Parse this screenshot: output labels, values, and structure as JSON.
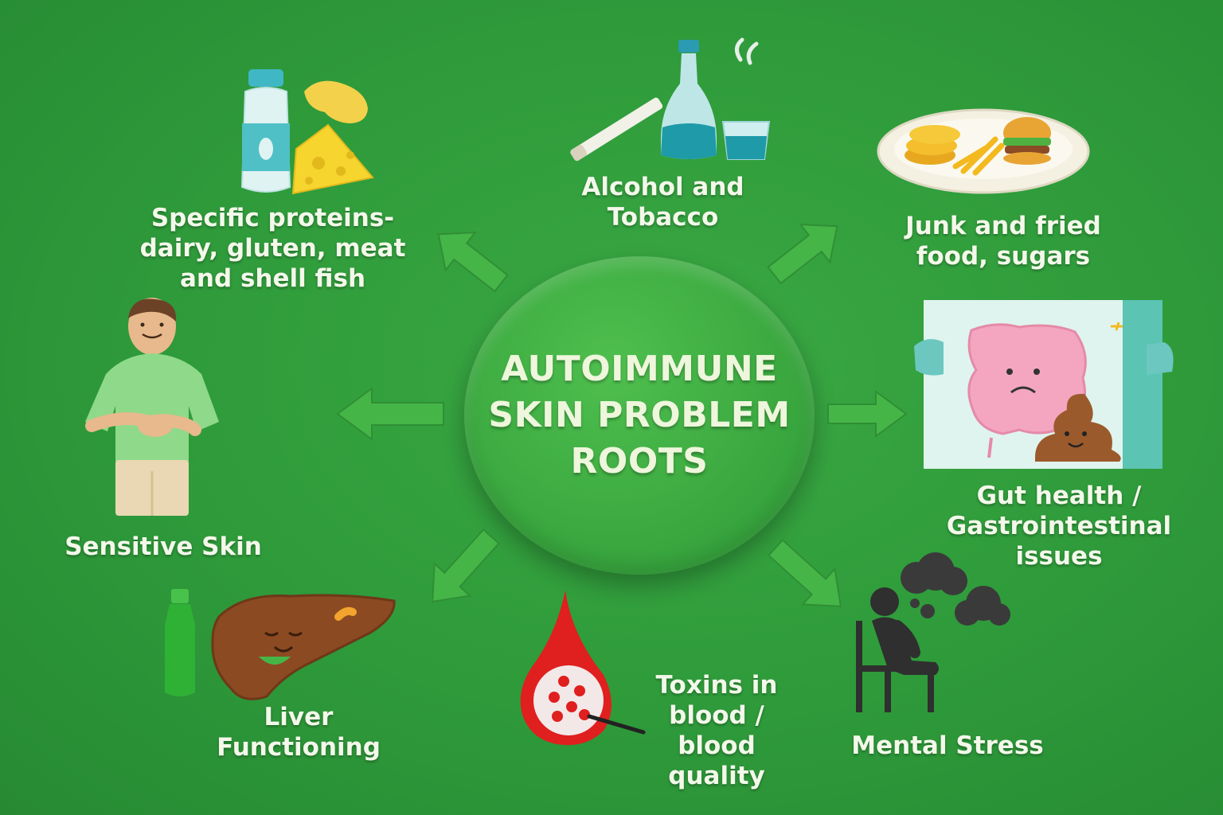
{
  "center": {
    "lines": [
      "AUTOIMMUNE",
      "SKIN PROBLEM",
      "ROOTS"
    ]
  },
  "roots": [
    {
      "id": "proteins",
      "lines": [
        "Specific proteins-",
        "dairy, gluten, meat",
        "and shell fish"
      ],
      "icon": "milk-cheese-icon"
    },
    {
      "id": "alcohol",
      "lines": [
        "Alcohol and",
        "Tobacco"
      ],
      "icon": "bottle-cigarette-icon"
    },
    {
      "id": "junk",
      "lines": [
        "Junk and fried",
        "food, sugars"
      ],
      "icon": "junk-food-plate-icon"
    },
    {
      "id": "gut",
      "lines": [
        "Gut health /",
        "Gastrointestinal",
        "issues"
      ],
      "icon": "intestine-poop-icon"
    },
    {
      "id": "stress",
      "lines": [
        "Mental Stress"
      ],
      "icon": "stressed-person-icon"
    },
    {
      "id": "toxins",
      "lines": [
        "Toxins in",
        "blood /",
        "blood",
        "quality"
      ],
      "icon": "blood-drop-icon"
    },
    {
      "id": "liver",
      "lines": [
        "Liver",
        "Functioning"
      ],
      "icon": "liver-icon"
    },
    {
      "id": "skin",
      "lines": [
        "Sensitive Skin"
      ],
      "icon": "person-icon"
    }
  ],
  "colors": {
    "background": "#2e9a3a",
    "hub": "#3aa83f",
    "arrow": "#46b548",
    "text": "#f3f8ea"
  }
}
